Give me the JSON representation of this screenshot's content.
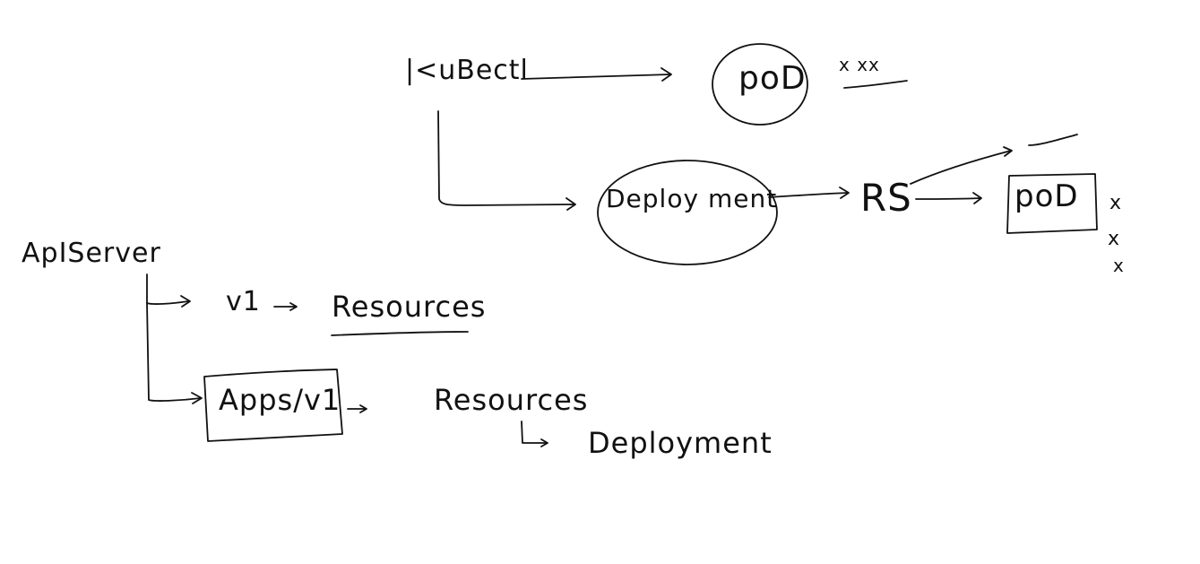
{
  "labels": {
    "kubectl": "|<uBectl",
    "pod_top": "poD",
    "xxx": "x xx",
    "deployment_top": "Deploy ment",
    "rs": "RS",
    "pod_right": "poD",
    "x1": "x",
    "x2": "x",
    "x3": "x",
    "apiserver": "ApIServer",
    "v1": "v1",
    "resources_1": "Resources",
    "apps_v1": "Apps/v1",
    "resources_2": "Resources",
    "deployment_bottom": "Deployment"
  },
  "colors": {
    "ink": "#111111",
    "background": "#ffffff"
  }
}
